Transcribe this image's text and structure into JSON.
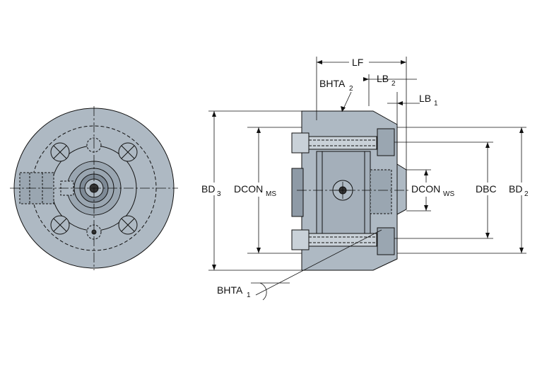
{
  "colors": {
    "body": "#aeb9c3",
    "body_dark": "#8e9aa6",
    "line": "#111111",
    "background": "#ffffff"
  },
  "labels": {
    "lf": "LF",
    "lb2": "LB",
    "lb2_sub": "2",
    "lb1": "LB",
    "lb1_sub": "1",
    "bhta2": "BHTA",
    "bhta2_sub": "2",
    "bhta1": "BHTA",
    "bhta1_sub": "1",
    "bd3": "BD",
    "bd3_sub": "3",
    "bd2": "BD",
    "bd2_sub": "2",
    "dcon_ms": "DCON",
    "dcon_ms_sub": "MS",
    "dcon_ws": "DCON",
    "dcon_ws_sub": "WS",
    "dbc": "DBC"
  }
}
